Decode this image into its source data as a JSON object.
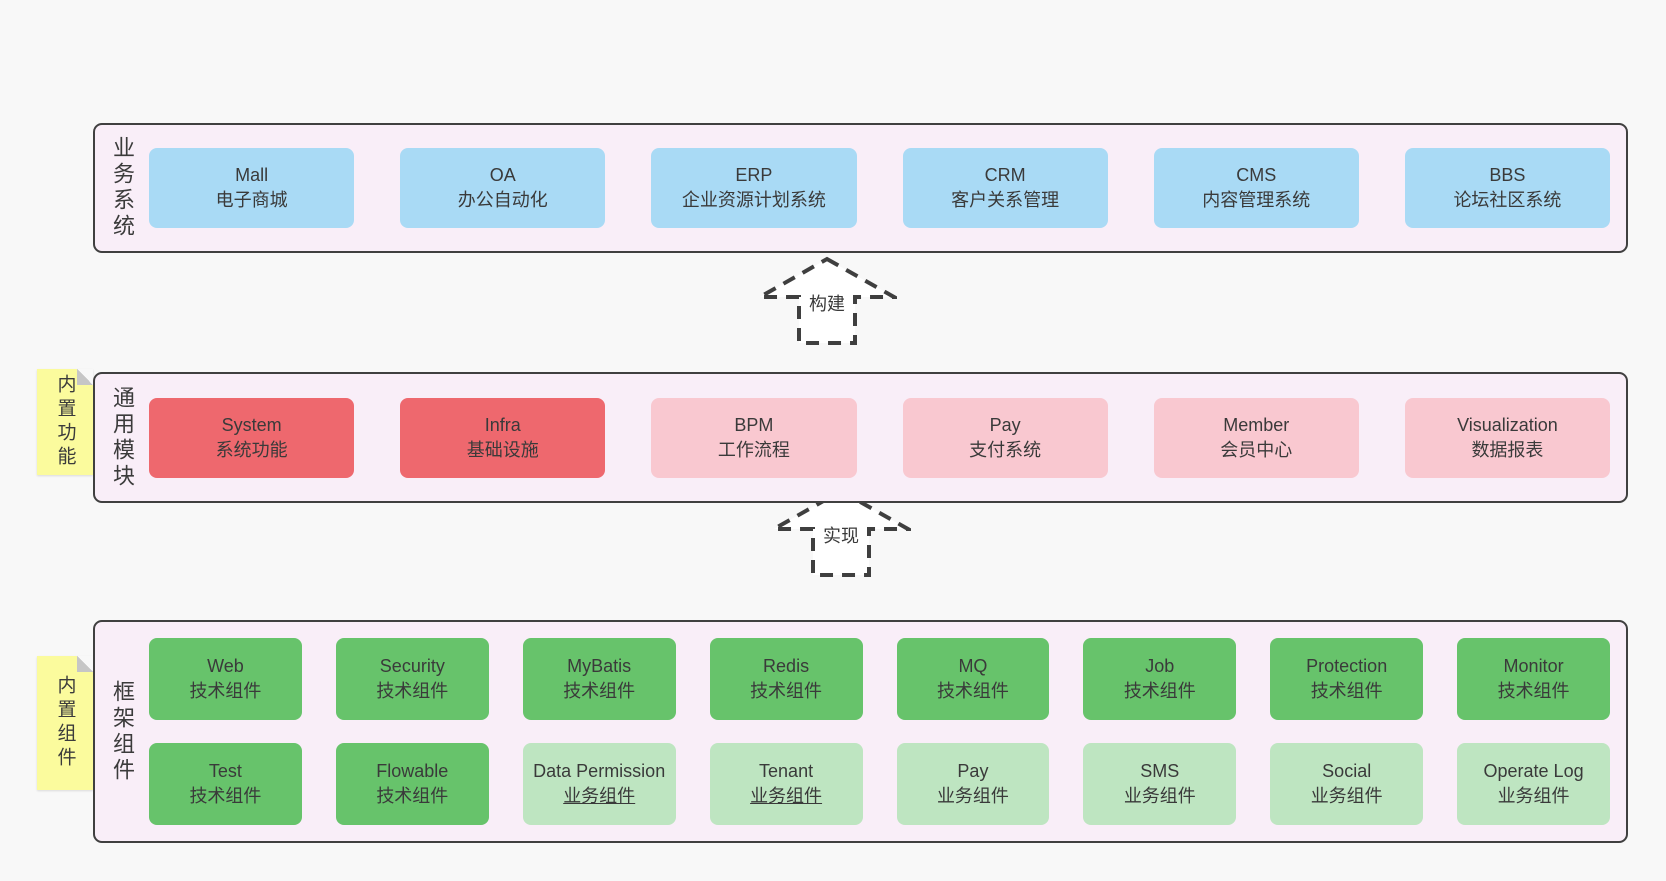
{
  "colors": {
    "page_bg": "#f8f8f8",
    "layer_bg": "#f9eef8",
    "layer_border": "#404040",
    "box_blue": "#a9daf5",
    "box_red": "#ee686e",
    "box_pink": "#f9c8d0",
    "box_green": "#67c36b",
    "box_lightgreen": "#bee5c1",
    "note_yellow": "#fbfb9d",
    "text": "#3a3a3a"
  },
  "arrows": [
    {
      "label": "构建",
      "direction": "up"
    },
    {
      "label": "实现",
      "direction": "up"
    }
  ],
  "layers": [
    {
      "id": "business",
      "label": "业务系统",
      "boxes": [
        {
          "title": "Mall",
          "subtitle": "电子商城",
          "variant": "blue"
        },
        {
          "title": "OA",
          "subtitle": "办公自动化",
          "variant": "blue"
        },
        {
          "title": "ERP",
          "subtitle": "企业资源计划系统",
          "variant": "blue"
        },
        {
          "title": "CRM",
          "subtitle": "客户关系管理",
          "variant": "blue"
        },
        {
          "title": "CMS",
          "subtitle": "内容管理系统",
          "variant": "blue"
        },
        {
          "title": "BBS",
          "subtitle": "论坛社区系统",
          "variant": "blue"
        }
      ]
    },
    {
      "id": "modules",
      "label": "通用模块",
      "note": "内置功能",
      "boxes": [
        {
          "title": "System",
          "subtitle": "系统功能",
          "variant": "red"
        },
        {
          "title": "Infra",
          "subtitle": "基础设施",
          "variant": "red"
        },
        {
          "title": "BPM",
          "subtitle": "工作流程",
          "variant": "pink"
        },
        {
          "title": "Pay",
          "subtitle": "支付系统",
          "variant": "pink"
        },
        {
          "title": "Member",
          "subtitle": "会员中心",
          "variant": "pink"
        },
        {
          "title": "Visualization",
          "subtitle": "数据报表",
          "variant": "pink"
        }
      ]
    },
    {
      "id": "components",
      "label": "框架组件",
      "note": "内置组件",
      "rows": [
        [
          {
            "title": "Web",
            "subtitle": "技术组件",
            "variant": "green"
          },
          {
            "title": "Security",
            "subtitle": "技术组件",
            "variant": "green"
          },
          {
            "title": "MyBatis",
            "subtitle": "技术组件",
            "variant": "green"
          },
          {
            "title": "Redis",
            "subtitle": "技术组件",
            "variant": "green"
          },
          {
            "title": "MQ",
            "subtitle": "技术组件",
            "variant": "green"
          },
          {
            "title": "Job",
            "subtitle": "技术组件",
            "variant": "green"
          },
          {
            "title": "Protection",
            "subtitle": "技术组件",
            "variant": "green"
          },
          {
            "title": "Monitor",
            "subtitle": "技术组件",
            "variant": "green"
          }
        ],
        [
          {
            "title": "Test",
            "subtitle": "技术组件",
            "variant": "green"
          },
          {
            "title": "Flowable",
            "subtitle": "技术组件",
            "variant": "green"
          },
          {
            "title": "Data Permission",
            "subtitle": "业务组件",
            "variant": "lightgreen",
            "underline": true
          },
          {
            "title": "Tenant",
            "subtitle": "业务组件",
            "variant": "lightgreen",
            "underline": true
          },
          {
            "title": "Pay",
            "subtitle": "业务组件",
            "variant": "lightgreen"
          },
          {
            "title": "SMS",
            "subtitle": "业务组件",
            "variant": "lightgreen"
          },
          {
            "title": "Social",
            "subtitle": "业务组件",
            "variant": "lightgreen"
          },
          {
            "title": "Operate Log",
            "subtitle": "业务组件",
            "variant": "lightgreen"
          }
        ]
      ]
    }
  ]
}
